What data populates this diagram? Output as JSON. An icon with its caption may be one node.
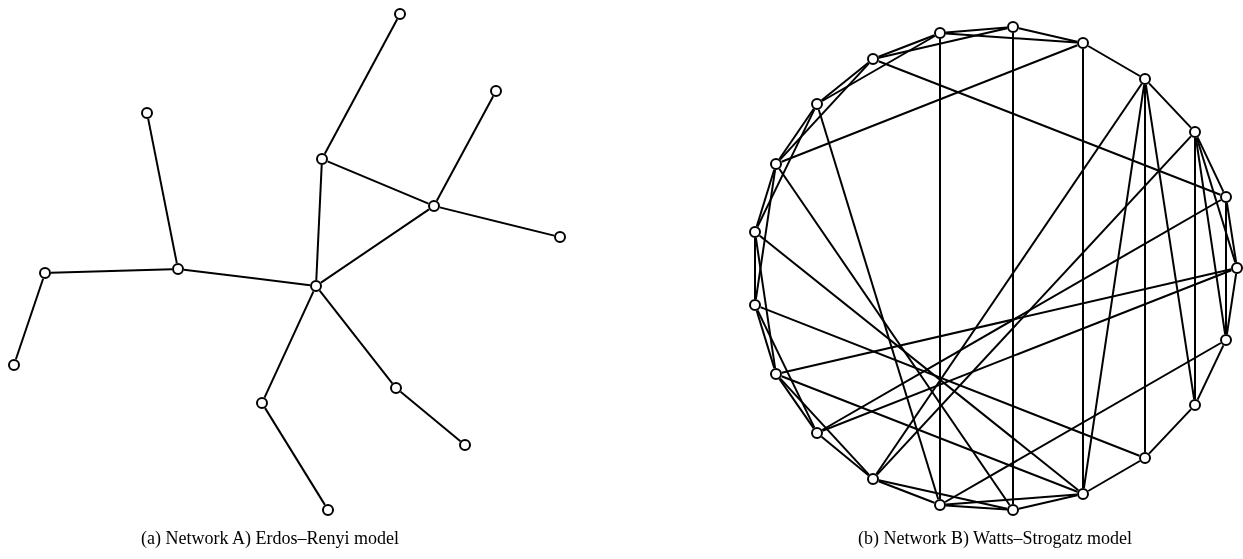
{
  "diagram": {
    "nodes": [
      {
        "text": [],
        "shape": "circle"
      },
      {
        "text": [],
        "shape": "circle"
      },
      {
        "text": [],
        "shape": "circle"
      },
      {
        "text": [],
        "shape": "circle"
      },
      {
        "text": [],
        "shape": "circle"
      },
      {
        "text": [],
        "shape": "circle"
      },
      {
        "text": [],
        "shape": "circle"
      },
      {
        "text": [],
        "shape": "circle"
      },
      {
        "text": [],
        "shape": "circle"
      },
      {
        "text": [],
        "shape": "circle"
      },
      {
        "text": [],
        "shape": "circle"
      },
      {
        "text": [],
        "shape": "circle"
      },
      {
        "text": [],
        "shape": "circle"
      },
      {
        "text": [],
        "shape": "circle"
      },
      {
        "text": [],
        "shape": "circle"
      },
      {
        "text": [],
        "shape": "circle"
      },
      {
        "text": [],
        "shape": "circle"
      },
      {
        "text": [],
        "shape": "circle"
      },
      {
        "text": [],
        "shape": "circle"
      },
      {
        "text": [],
        "shape": "circle"
      },
      {
        "text": [],
        "shape": "circle"
      },
      {
        "text": [],
        "shape": "circle"
      },
      {
        "text": [],
        "shape": "circle"
      },
      {
        "text": [],
        "shape": "circle"
      },
      {
        "text": [],
        "shape": "circle"
      },
      {
        "text": [],
        "shape": "circle"
      },
      {
        "text": [],
        "shape": "circle"
      },
      {
        "text": [],
        "shape": "circle"
      },
      {
        "text": [],
        "shape": "circle"
      },
      {
        "text": [],
        "shape": "circle"
      },
      {
        "text": [],
        "shape": "circle"
      },
      {
        "text": [],
        "shape": "circle"
      },
      {
        "text": [],
        "shape": "circle"
      },
      {
        "text": [],
        "shape": "circle"
      },
      {
        "text": [],
        "shape": "circle"
      }
    ],
    "edges": [
      {
        "from": 0,
        "to": 3,
        "arrow": "none"
      },
      {
        "from": 3,
        "to": 4,
        "arrow": "none"
      },
      {
        "from": 3,
        "to": 8,
        "arrow": "none"
      },
      {
        "from": 1,
        "to": 4,
        "arrow": "none"
      },
      {
        "from": 4,
        "to": 5,
        "arrow": "none"
      },
      {
        "from": 4,
        "to": 8,
        "arrow": "none"
      },
      {
        "from": 2,
        "to": 6,
        "arrow": "none"
      },
      {
        "from": 6,
        "to": 8,
        "arrow": "none"
      },
      {
        "from": 7,
        "to": 6,
        "arrow": "none"
      },
      {
        "from": 7,
        "to": 9,
        "arrow": "none"
      },
      {
        "from": 8,
        "to": 10,
        "arrow": "none"
      },
      {
        "from": 10,
        "to": 12,
        "arrow": "none"
      },
      {
        "from": 8,
        "to": 11,
        "arrow": "none"
      },
      {
        "from": 11,
        "to": 13,
        "arrow": "none"
      },
      {
        "from": 14,
        "to": 16,
        "arrow": "none"
      },
      {
        "from": 16,
        "to": 18,
        "arrow": "none"
      },
      {
        "from": 18,
        "to": 20,
        "arrow": "none"
      },
      {
        "from": 20,
        "to": 22,
        "arrow": "none"
      },
      {
        "from": 22,
        "to": 24,
        "arrow": "none"
      },
      {
        "from": 24,
        "to": 26,
        "arrow": "none"
      },
      {
        "from": 26,
        "to": 28,
        "arrow": "none"
      },
      {
        "from": 28,
        "to": 30,
        "arrow": "none"
      },
      {
        "from": 30,
        "to": 32,
        "arrow": "none"
      },
      {
        "from": 32,
        "to": 34,
        "arrow": "none"
      },
      {
        "from": 34,
        "to": 33,
        "arrow": "none"
      },
      {
        "from": 33,
        "to": 31,
        "arrow": "none"
      },
      {
        "from": 31,
        "to": 29,
        "arrow": "none"
      },
      {
        "from": 29,
        "to": 27,
        "arrow": "none"
      },
      {
        "from": 27,
        "to": 25,
        "arrow": "none"
      },
      {
        "from": 25,
        "to": 23,
        "arrow": "none"
      },
      {
        "from": 23,
        "to": 21,
        "arrow": "none"
      },
      {
        "from": 21,
        "to": 19,
        "arrow": "none"
      },
      {
        "from": 19,
        "to": 17,
        "arrow": "none"
      },
      {
        "from": 17,
        "to": 15,
        "arrow": "none"
      },
      {
        "from": 15,
        "to": 14,
        "arrow": "none"
      },
      {
        "from": 14,
        "to": 34,
        "arrow": "none"
      },
      {
        "from": 15,
        "to": 33,
        "arrow": "none"
      },
      {
        "from": 16,
        "to": 32,
        "arrow": "none"
      },
      {
        "from": 16,
        "to": 21,
        "arrow": "none"
      },
      {
        "from": 18,
        "to": 30,
        "arrow": "none"
      },
      {
        "from": 18,
        "to": 31,
        "arrow": "none"
      },
      {
        "from": 18,
        "to": 32,
        "arrow": "none"
      },
      {
        "from": 18,
        "to": 28,
        "arrow": "none"
      },
      {
        "from": 20,
        "to": 28,
        "arrow": "none"
      },
      {
        "from": 20,
        "to": 31,
        "arrow": "none"
      },
      {
        "from": 20,
        "to": 24,
        "arrow": "none"
      },
      {
        "from": 20,
        "to": 26,
        "arrow": "none"
      },
      {
        "from": 17,
        "to": 22,
        "arrow": "none"
      },
      {
        "from": 22,
        "to": 29,
        "arrow": "none"
      },
      {
        "from": 24,
        "to": 27,
        "arrow": "none"
      },
      {
        "from": 24,
        "to": 29,
        "arrow": "none"
      },
      {
        "from": 22,
        "to": 26,
        "arrow": "none"
      },
      {
        "from": 19,
        "to": 33,
        "arrow": "none"
      },
      {
        "from": 21,
        "to": 34,
        "arrow": "none"
      },
      {
        "from": 23,
        "to": 32,
        "arrow": "none"
      },
      {
        "from": 25,
        "to": 30,
        "arrow": "none"
      },
      {
        "from": 27,
        "to": 32,
        "arrow": "none"
      },
      {
        "from": 25,
        "to": 21,
        "arrow": "none"
      },
      {
        "from": 23,
        "to": 19,
        "arrow": "none"
      },
      {
        "from": 27,
        "to": 23,
        "arrow": "none"
      },
      {
        "from": 29,
        "to": 25,
        "arrow": "none"
      },
      {
        "from": 31,
        "to": 27,
        "arrow": "none"
      },
      {
        "from": 21,
        "to": 17,
        "arrow": "none"
      },
      {
        "from": 19,
        "to": 15,
        "arrow": "none"
      },
      {
        "from": 15,
        "to": 16,
        "arrow": "none"
      },
      {
        "from": 17,
        "to": 14,
        "arrow": "none"
      },
      {
        "from": 33,
        "to": 32,
        "arrow": "none"
      },
      {
        "from": 31,
        "to": 34,
        "arrow": "none"
      },
      {
        "from": 26,
        "to": 33,
        "arrow": "none"
      }
    ],
    "labels": [
      "(a) Network A) Erdos–Renyi model",
      "(b) Network B) Watts–Strogatz model"
    ]
  }
}
